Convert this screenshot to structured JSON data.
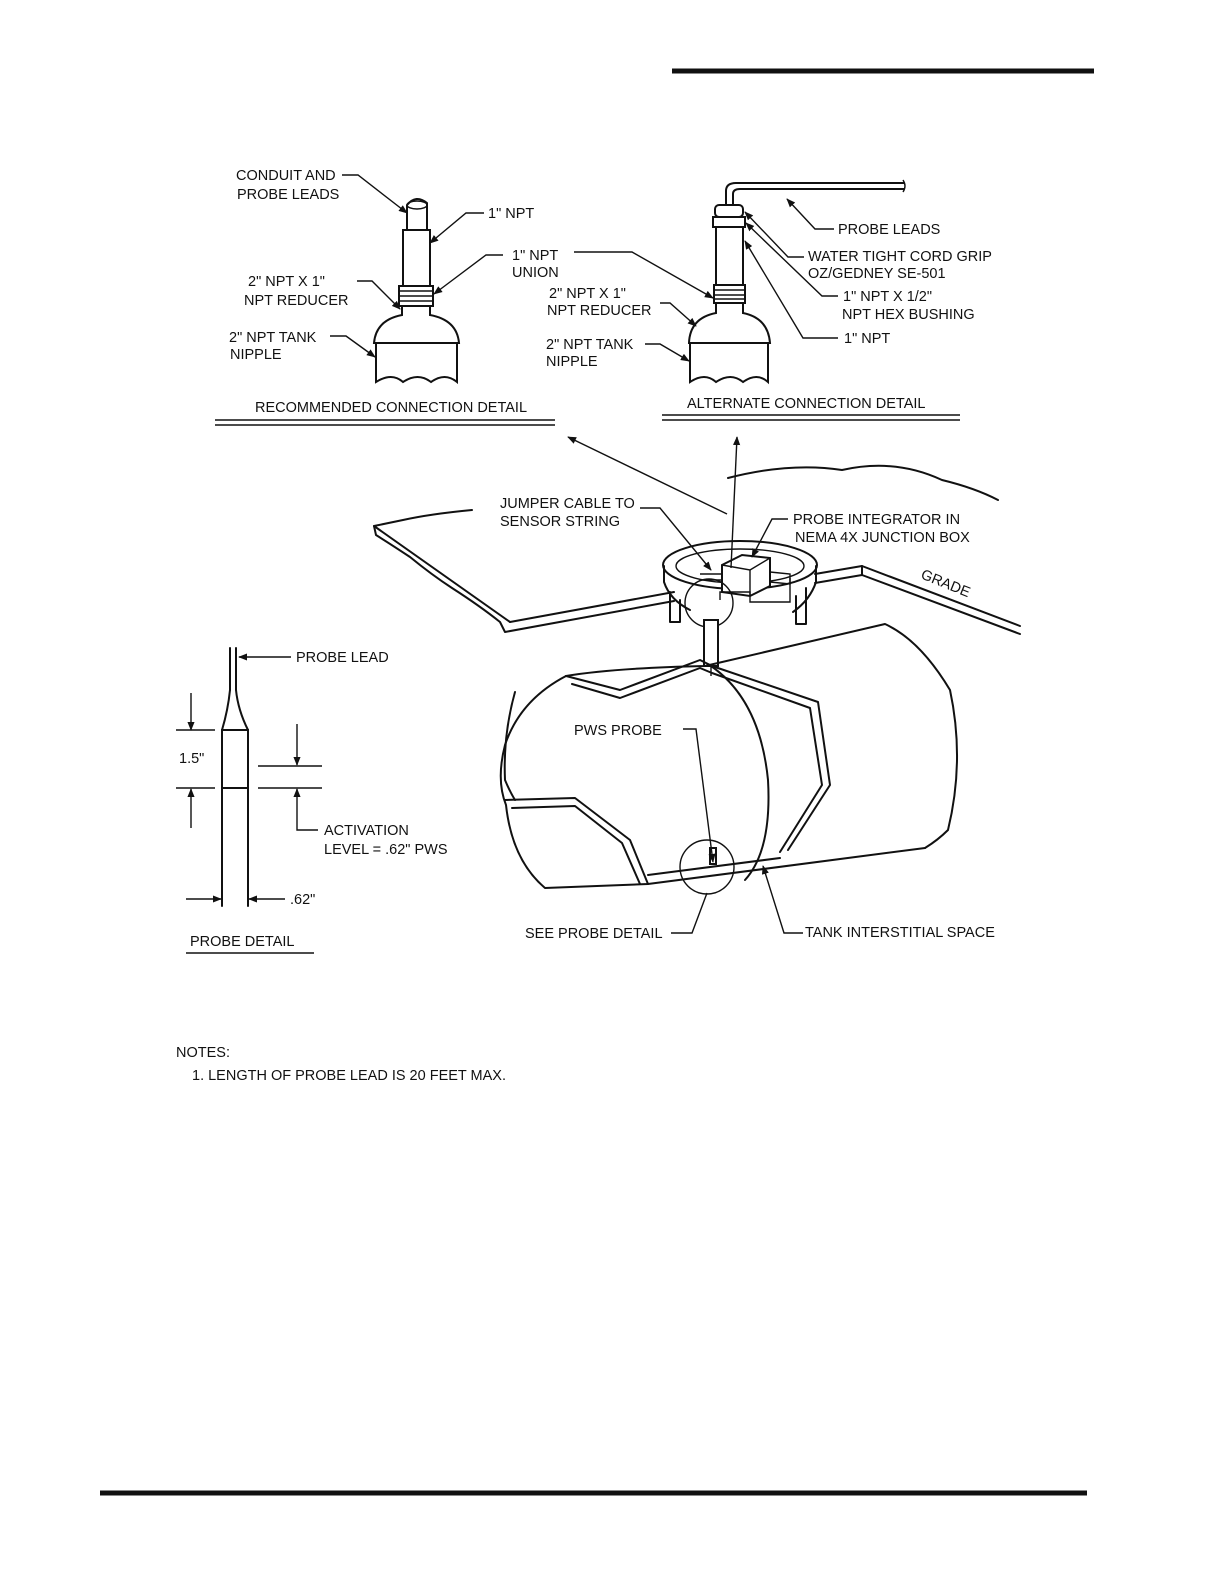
{
  "recommended": {
    "title": "RECOMMENDED CONNECTION DETAIL",
    "labels": {
      "conduit_line1": "CONDUIT AND",
      "conduit_line2": "PROBE LEADS",
      "npt1": "1\" NPT",
      "union_line1": "1\" NPT",
      "union_line2": "UNION",
      "reducer_line1": "2\" NPT X 1\"",
      "reducer_line2": "NPT REDUCER",
      "nipple_line1": "2\" NPT TANK",
      "nipple_line2": "NIPPLE"
    }
  },
  "alternate": {
    "title": "ALTERNATE CONNECTION DETAIL",
    "labels": {
      "probe_leads": "PROBE LEADS",
      "cordgrip_line1": "WATER TIGHT CORD GRIP",
      "cordgrip_line2": "OZ/GEDNEY SE-501",
      "bushing_line1": "1\" NPT X 1/2\"",
      "bushing_line2": "NPT HEX BUSHING",
      "npt1": "1\" NPT",
      "reducer_line1": "2\" NPT X 1\"",
      "reducer_line2": "NPT REDUCER",
      "nipple_line1": "2\" NPT TANK",
      "nipple_line2": "NIPPLE"
    }
  },
  "installation": {
    "jumper_line1": "JUMPER CABLE TO",
    "jumper_line2": "SENSOR STRING",
    "integrator_line1": "PROBE INTEGRATOR IN",
    "integrator_line2": "NEMA 4X JUNCTION BOX",
    "grade": "GRADE",
    "pws_probe": "PWS PROBE",
    "see_probe_detail": "SEE PROBE DETAIL",
    "interstitial": "TANK INTERSTITIAL SPACE"
  },
  "probe_detail": {
    "title": "PROBE DETAIL",
    "probe_lead": "PROBE LEAD",
    "dim_height": "1.5\"",
    "activation_line1": "ACTIVATION",
    "activation_line2": "LEVEL = .62\" PWS",
    "dim_width": ".62\""
  },
  "notes": {
    "heading": "NOTES:",
    "items": [
      "1. LENGTH OF PROBE LEAD IS 20 FEET MAX."
    ]
  }
}
